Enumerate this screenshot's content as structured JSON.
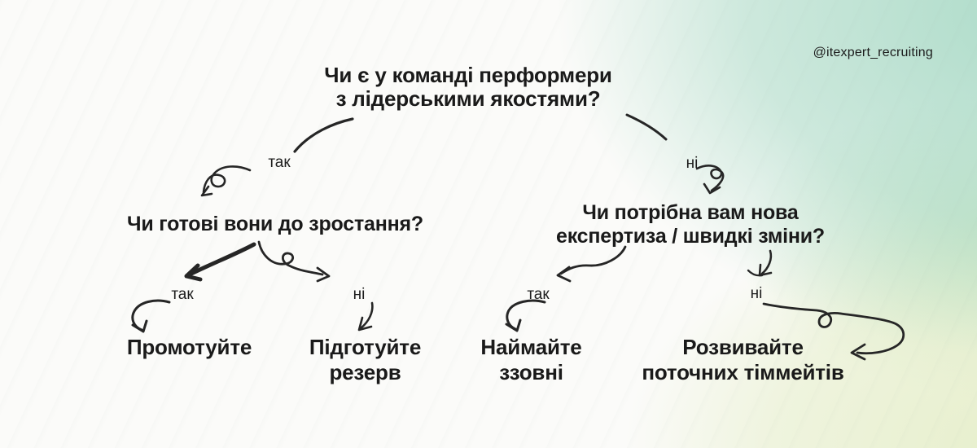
{
  "watermark": {
    "handle": "@itexpert_recruiting"
  },
  "colors": {
    "text": "#1a1a1a",
    "arrow_stroke": "#262626",
    "bg_base": "#fbfbf9",
    "bg_mint_top_right": "#a7d9c5",
    "bg_green_mid_right": "#b7ddae",
    "bg_lime_bottom_right": "#e5eec8"
  },
  "tree": {
    "root_question": "Чи є у команді перформери\nз лідерськими якостями?",
    "left_branch": {
      "label": "так",
      "question": "Чи готові вони до зростання?",
      "yes": {
        "label": "так",
        "answer": "Промотуйте"
      },
      "no": {
        "label": "ні",
        "answer": "Підготуйте\nрезерв"
      }
    },
    "right_branch": {
      "label": "ні",
      "question": "Чи потрібна вам нова\nекспертиза / швидкі зміни?",
      "yes": {
        "label": "так",
        "answer": "Наймайте\nззовні"
      },
      "no": {
        "label": "ні",
        "answer": "Розвивайте\nпоточних тіммейтів"
      }
    }
  }
}
